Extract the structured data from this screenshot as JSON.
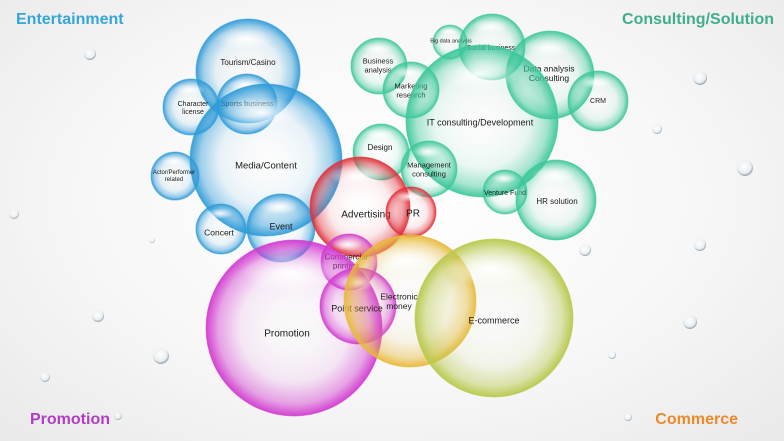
{
  "corners": {
    "entertainment": "Entertainment",
    "consulting": "Consulting/Solution",
    "promotion": "Promotion",
    "commerce": "Commerce"
  },
  "colors": {
    "entertainment": "#35a6d6",
    "consulting": "#3fae8c",
    "promotion": "#b23cc6",
    "commerce": "#ec8a2a",
    "blue": "#2f9bd8",
    "teal": "#3cc79a",
    "magenta": "#d23ad0",
    "red": "#e0303a",
    "yellow": "#e8b93a",
    "lime": "#b8c84a"
  },
  "bubbles": [
    {
      "id": "tourism",
      "label": [
        "Tourism/Casino"
      ],
      "color": "blue"
    },
    {
      "id": "character",
      "label": [
        "Character",
        "license"
      ],
      "color": "blue"
    },
    {
      "id": "sports",
      "label": [
        "Sports business"
      ],
      "color": "blue"
    },
    {
      "id": "media",
      "label": [
        "Media/Content"
      ],
      "color": "blue"
    },
    {
      "id": "actor",
      "label": [
        "Actor/Performer",
        "related"
      ],
      "color": "blue"
    },
    {
      "id": "concert",
      "label": [
        "Concert"
      ],
      "color": "blue"
    },
    {
      "id": "event",
      "label": [
        "Event"
      ],
      "color": "blue"
    },
    {
      "id": "business_analysis",
      "label": [
        "Business",
        "analysis"
      ],
      "color": "teal"
    },
    {
      "id": "bigdata",
      "label": [
        "Big data analysis"
      ],
      "color": "teal"
    },
    {
      "id": "social",
      "label": [
        "Social business"
      ],
      "color": "teal"
    },
    {
      "id": "marketing",
      "label": [
        "Marketing",
        "research"
      ],
      "color": "teal"
    },
    {
      "id": "data_analysis",
      "label": [
        "Data analysis",
        "Consulting"
      ],
      "color": "teal"
    },
    {
      "id": "crm",
      "label": [
        "CRM"
      ],
      "color": "teal"
    },
    {
      "id": "it",
      "label": [
        "IT consulting/Development"
      ],
      "color": "teal"
    },
    {
      "id": "design",
      "label": [
        "Design"
      ],
      "color": "teal"
    },
    {
      "id": "management",
      "label": [
        "Management",
        "consulting"
      ],
      "color": "teal"
    },
    {
      "id": "venture",
      "label": [
        "Venture Fund"
      ],
      "color": "teal"
    },
    {
      "id": "hr",
      "label": [
        "HR solution"
      ],
      "color": "teal"
    },
    {
      "id": "advertising",
      "label": [
        "Advertising"
      ],
      "color": "red"
    },
    {
      "id": "pr",
      "label": [
        "PR"
      ],
      "color": "red"
    },
    {
      "id": "commercial",
      "label": [
        "Commercial",
        "printing"
      ],
      "color": "magenta"
    },
    {
      "id": "promotion",
      "label": [
        "Promotion"
      ],
      "color": "magenta"
    },
    {
      "id": "point",
      "label": [
        "Point service"
      ],
      "color": "magenta"
    },
    {
      "id": "electronic",
      "label": [
        "Electronic",
        "money"
      ],
      "color": "yellow"
    },
    {
      "id": "ecommerce",
      "label": [
        "E-commerce"
      ],
      "color": "lime"
    }
  ]
}
